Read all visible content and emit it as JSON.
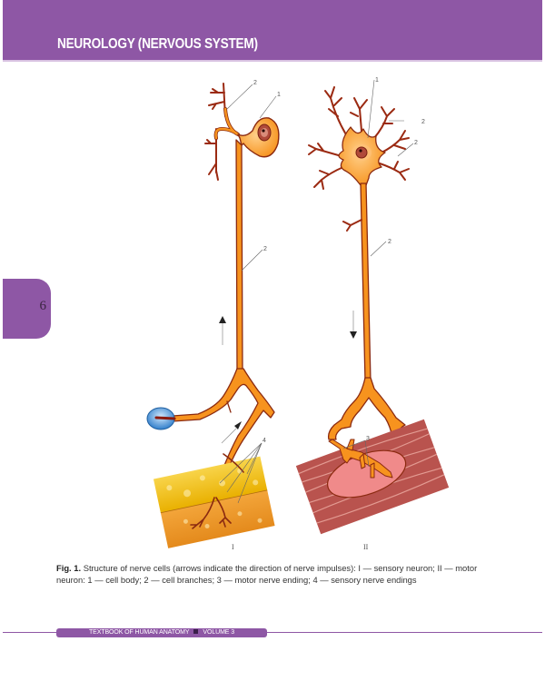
{
  "header": {
    "title": "NEUROLOGY (NERVOUS SYSTEM)",
    "background": "#8e57a5"
  },
  "chapter_tab": {
    "number": "6"
  },
  "figure": {
    "neurons": [
      {
        "roman": "I",
        "type": "sensory neuron",
        "impulse_direction": "up"
      },
      {
        "roman": "II",
        "type": "motor neuron",
        "impulse_direction": "down"
      }
    ],
    "labels": {
      "cell_body": "1",
      "cell_branches": "2",
      "motor_nerve_ending": "3",
      "sensory_nerve_endings": "4"
    },
    "colors": {
      "neuron_fill": "#f7931e",
      "neuron_outline": "#8b2a10",
      "receptor": "#3a86d0",
      "muscle": "#b9534e",
      "skin_top": "#f5c518",
      "skin_bottom": "#f0a030"
    }
  },
  "caption": {
    "fig_label": "Fig. 1.",
    "text": " Structure of nerve cells (arrows indicate the direction of nerve impulses): I — sensory neuron; II — motor neuron: 1 — cell body; 2 — cell branches; 3 — motor nerve ending; 4 — sensory nerve endings"
  },
  "footer": {
    "book": "TEXTBOOK OF HUMAN ANATOMY",
    "volume": "VOLUME 3"
  }
}
